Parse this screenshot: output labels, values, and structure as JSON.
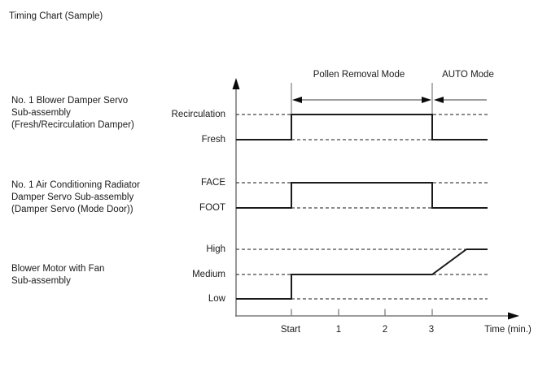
{
  "title": "Timing Chart (Sample)",
  "colors": {
    "background": "#ffffff",
    "text": "#1a1a1a",
    "signal_line": "#1a1a1a",
    "dashed_line": "#444444",
    "axis_line": "#7d7d7d",
    "arrowhead": "#000000"
  },
  "rows": [
    {
      "name_lines": [
        "No. 1 Blower Damper Servo",
        "Sub-assembly",
        "(Fresh/Recirculation Damper)"
      ],
      "levels": [
        {
          "label": "Recirculation"
        },
        {
          "label": "Fresh"
        }
      ]
    },
    {
      "name_lines": [
        "No. 1 Air Conditioning Radiator",
        "Damper Servo Sub-assembly",
        "(Damper Servo (Mode Door))"
      ],
      "levels": [
        {
          "label": "FACE"
        },
        {
          "label": "FOOT"
        }
      ]
    },
    {
      "name_lines": [
        "Blower Motor with Fan",
        "Sub-assembly"
      ],
      "levels": [
        {
          "label": "High"
        },
        {
          "label": "Medium"
        },
        {
          "label": "Low"
        }
      ]
    }
  ],
  "modes": [
    {
      "label": "Pollen Removal Mode",
      "span": "Start to 3 min"
    },
    {
      "label": "AUTO Mode",
      "span": "after 3 min"
    }
  ],
  "axis": {
    "ticks": [
      {
        "label": "Start"
      },
      {
        "label": "1"
      },
      {
        "label": "2"
      },
      {
        "label": "3"
      }
    ],
    "label": "Time (min.)"
  },
  "chart_data": {
    "type": "timing",
    "x_ticks": [
      "Start",
      "1",
      "2",
      "3"
    ],
    "x_label": "Time (min.)",
    "series": [
      {
        "name": "No. 1 Blower Damper Servo Sub-assembly (Fresh/Recirculation Damper)",
        "levels": [
          "Fresh",
          "Recirculation"
        ],
        "timeline": [
          {
            "interval": "before Start",
            "state": "Fresh"
          },
          {
            "interval": "Start to 3",
            "state": "Recirculation"
          },
          {
            "interval": "after 3",
            "state": "Fresh"
          }
        ]
      },
      {
        "name": "No. 1 Air Conditioning Radiator Damper Servo Sub-assembly (Damper Servo (Mode Door))",
        "levels": [
          "FOOT",
          "FACE"
        ],
        "timeline": [
          {
            "interval": "before Start",
            "state": "FOOT"
          },
          {
            "interval": "Start to 3",
            "state": "FACE"
          },
          {
            "interval": "after 3",
            "state": "FOOT"
          }
        ]
      },
      {
        "name": "Blower Motor with Fan Sub-assembly",
        "levels": [
          "Low",
          "Medium",
          "High"
        ],
        "timeline": [
          {
            "interval": "before Start",
            "state": "Low"
          },
          {
            "interval": "Start to 3",
            "state": "Medium"
          },
          {
            "interval": "shortly after 3",
            "state": "ramp Medium to High"
          },
          {
            "interval": "then",
            "state": "High"
          }
        ]
      }
    ],
    "annotations": [
      {
        "label": "Pollen Removal Mode",
        "from": "Start",
        "to": "3"
      },
      {
        "label": "AUTO Mode",
        "from": "3",
        "to": "end"
      }
    ]
  }
}
